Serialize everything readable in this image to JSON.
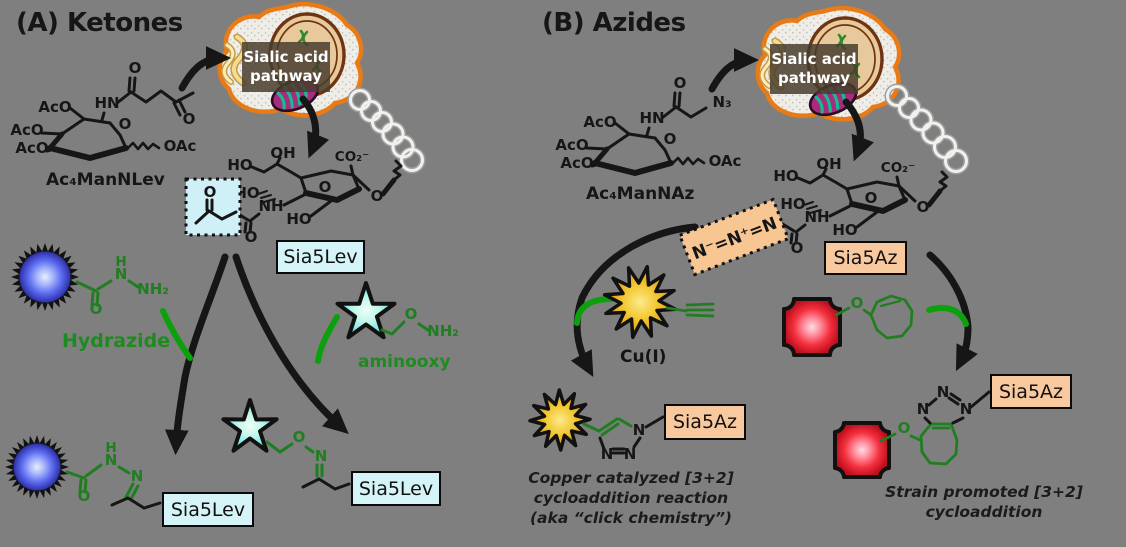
{
  "colors": {
    "background": "#7f7f7f",
    "cyan_box": "#d4f4f8",
    "peach_box": "#f8c89e",
    "green_chem": "#217d21",
    "green_arrow": "#0da00d",
    "cell_outline": "#e87b16",
    "black": "#161616"
  },
  "cell": {
    "pathway_line1": "Sialic acid",
    "pathway_line2": "pathway"
  },
  "panelA": {
    "tag": "(A)",
    "title": "Ketones",
    "molecule_caption": "Ac₄ManNLev",
    "sia_label": "Sia5Lev",
    "hydrazide_label": "Hydrazide",
    "aminooxy_label": "aminooxy"
  },
  "panelB": {
    "tag": "(B)",
    "title": "Azides",
    "molecule_caption": "Ac₄ManNAz",
    "sia_label": "Sia5Az",
    "azide_unit": "N⁻=N⁺=N",
    "catalyst": "Cu(I)",
    "click_caption": [
      "Copper catalyzed [3+2]",
      "cycloaddition reaction",
      "(aka “click chemistry”)"
    ],
    "strain_caption": [
      "Strain promoted [3+2]",
      "cycloaddition"
    ]
  },
  "atoms": {
    "AcO": "AcO",
    "HN": "HN",
    "O": "O",
    "OAc": "OAc",
    "N3": "N₃",
    "HO": "HO",
    "OH": "OH",
    "CO2minus": "CO₂⁻",
    "NH": "NH",
    "N": "N",
    "H": "H",
    "NH2": "NH₂"
  }
}
